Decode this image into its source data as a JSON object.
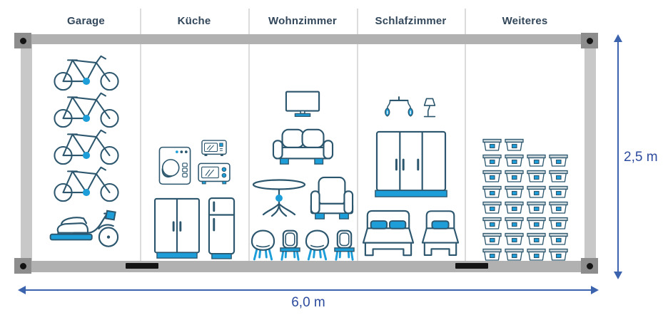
{
  "sections": [
    {
      "id": "garage",
      "label": "Garage",
      "rows": [
        [
          "bicycle"
        ],
        [
          "bicycle"
        ],
        [
          "bicycle"
        ],
        [
          "bicycle"
        ],
        [
          "motorcycle"
        ]
      ]
    },
    {
      "id": "kueche",
      "label": "Küche",
      "rows": [
        [
          "washing-machine",
          {
            "stack": [
              "microwave-small",
              "microwave-large"
            ]
          }
        ],
        [
          "kitchen-cabinet",
          "refrigerator"
        ]
      ]
    },
    {
      "id": "wohnzimmer",
      "label": "Wohnzimmer",
      "rows": [
        [
          "tv"
        ],
        [
          "sofa"
        ],
        [
          "round-table",
          "armchair"
        ],
        [
          "chair-round",
          "chair",
          "chair-round",
          "chair"
        ]
      ]
    },
    {
      "id": "schlafzimmer",
      "label": "Schlafzimmer",
      "rows": [
        [
          "pendant-lamp",
          "table-lamp"
        ],
        [
          "wardrobe"
        ],
        [
          "double-bed",
          "single-bed"
        ]
      ]
    },
    {
      "id": "weiteres",
      "label": "Weiteres",
      "rows": [
        [
          "box",
          "box"
        ],
        [
          "box",
          "box",
          "box",
          "box"
        ],
        [
          "box",
          "box",
          "box",
          "box"
        ],
        [
          "box",
          "box",
          "box",
          "box"
        ],
        [
          "box",
          "box",
          "box",
          "box"
        ],
        [
          "box",
          "box",
          "box",
          "box"
        ],
        [
          "box",
          "box",
          "box",
          "box"
        ],
        [
          "box",
          "box",
          "box",
          "box"
        ]
      ]
    }
  ],
  "dimensions": {
    "height": "2,5 m",
    "width": "6,0 m"
  },
  "colors": {
    "accent": "#1d9ed9",
    "outline": "#2b566d",
    "header_text": "#33475b",
    "dimension_line": "#3b63ae",
    "dimension_text": "#2d4b9e",
    "frame_bar": "#b1b1b1",
    "side_rail": "#c8c8c8",
    "corner_block": "#8d8d8d",
    "divider": "#dcdcdc",
    "fork_pocket": "#141414",
    "box_lid": "#cdd7dc"
  }
}
